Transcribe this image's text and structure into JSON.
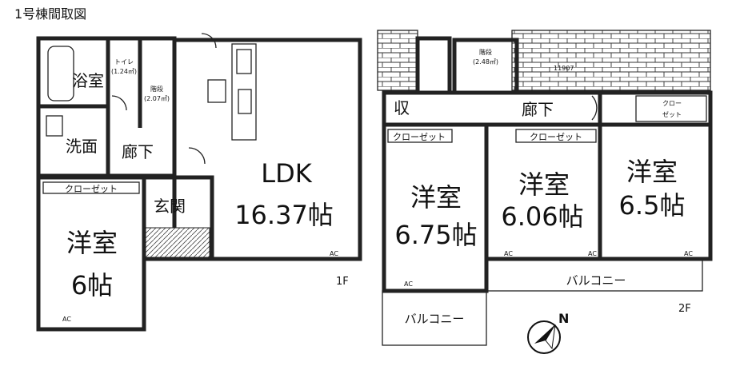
{
  "title": "1号棟間取図",
  "floor1": {
    "label": "1F",
    "rooms": {
      "bath": "浴室",
      "washroom": "洗面",
      "hallway": "廊下",
      "closet": "クローゼット",
      "western_room": "洋室",
      "western_room_size": "6帖",
      "entrance": "玄関",
      "ldk": "LDK",
      "ldk_size": "16.37帖",
      "toilet": "トイレ",
      "toilet_area": "(1.24㎡)",
      "stairs": "階段",
      "stairs_area": "(2.07㎡)",
      "ac1": "AC",
      "ac2": "AC"
    }
  },
  "floor2": {
    "label": "2F",
    "rooms": {
      "storage": "収",
      "hallway": "廊下",
      "closet1": "クローゼット",
      "closet2": "クローゼット",
      "closet3_line1": "クロー",
      "closet3_line2": "ゼット",
      "room1": "洋室",
      "room1_size": "6.75帖",
      "room2": "洋室",
      "room2_size": "6.06帖",
      "room3": "洋室",
      "room3_size": "6.5帖",
      "balcony1": "バルコニー",
      "balcony2": "バルコニー",
      "stairs": "階段",
      "stairs_area": "(2.48㎡)",
      "dimension": "11907",
      "ac1": "AC",
      "ac2": "AC",
      "ac3": "AC",
      "ac4": "AC"
    }
  },
  "compass": {
    "label": "N",
    "icon": "north-arrow-icon"
  }
}
